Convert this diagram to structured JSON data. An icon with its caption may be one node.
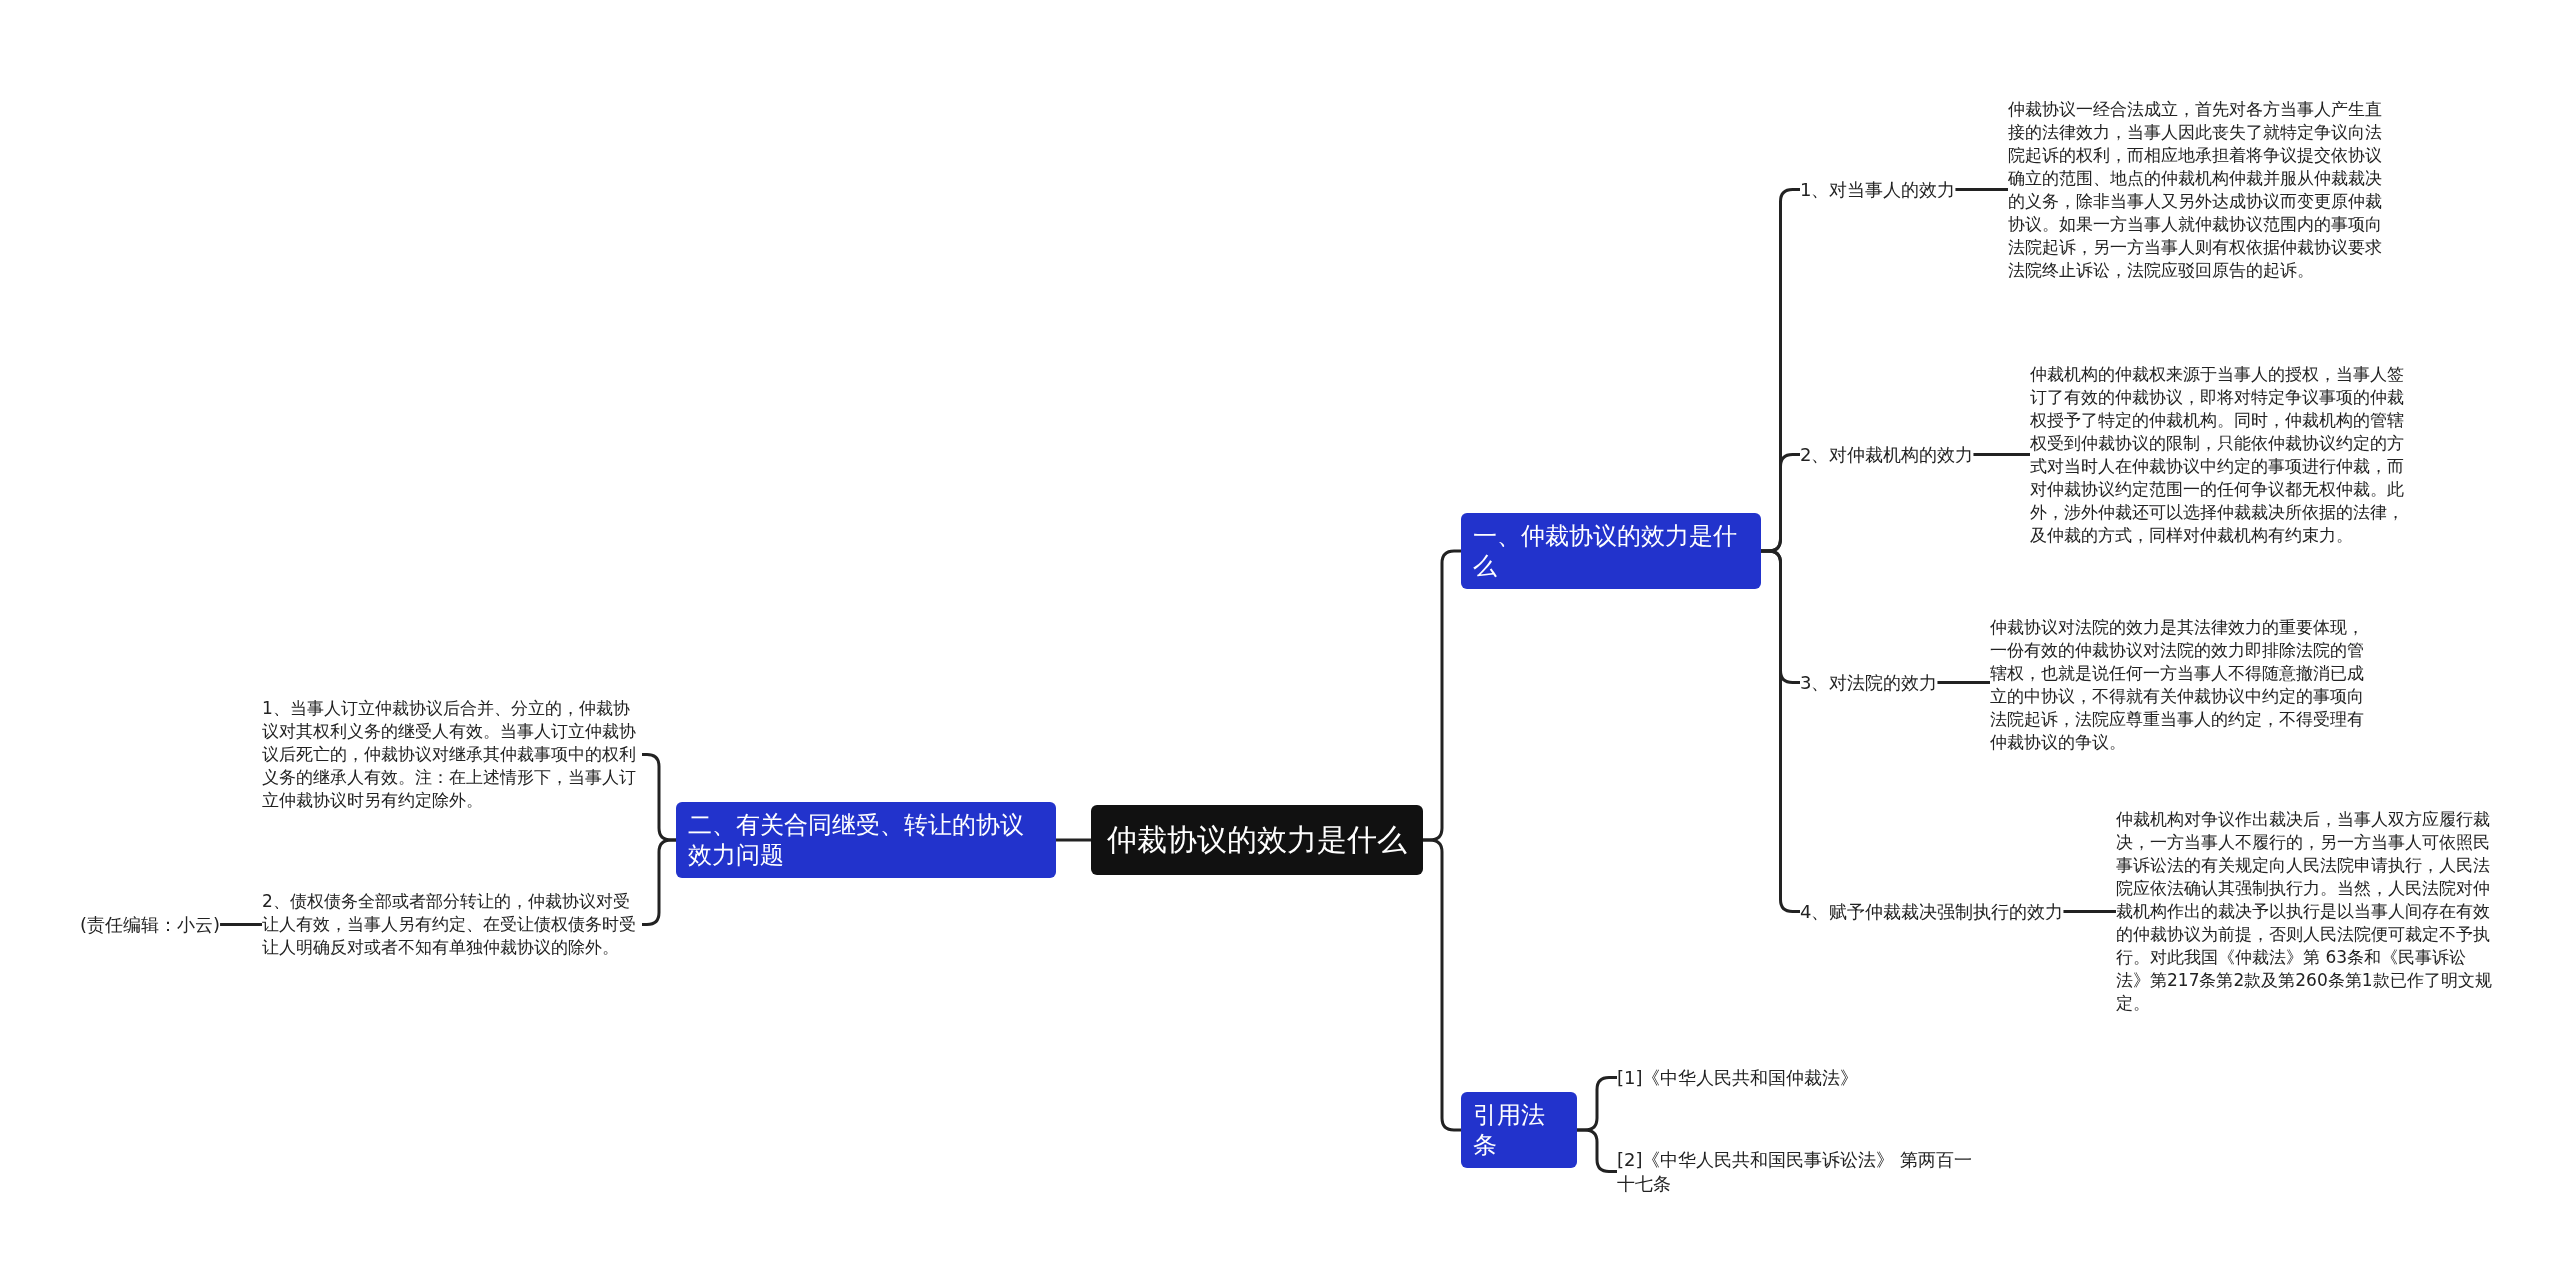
{
  "diagram": {
    "nodes": [
      {
        "text": [
          "仲裁协议的效力是什么"
        ]
      },
      {
        "text": [
          "一、仲裁协议的效力是什么"
        ]
      },
      {
        "text": [
          "1、对当事人的效力"
        ]
      },
      {
        "text": [
          "仲裁协议一经合法成立，首先对各方当事人产生直接的法律效力，当事人因此丧失了就特定争议向法院起诉的权利，而相应地承担着将争议提交依协议确立的范围、地点的仲裁机构仲裁并服从仲裁裁决的义务，除非当事人又另外达成协议而变更原仲裁协议。如果一方当事人就仲裁协议范围内的事项向法院起诉，另一方当事人则有权依据仲裁协议要求法院终止诉讼，法院应驳回原告的起诉。"
        ]
      },
      {
        "text": [
          "2、对仲裁机构的效力"
        ]
      },
      {
        "text": [
          "仲裁机构的仲裁权来源于当事人的授权，当事人签订了有效的仲裁协议，即将对特定争议事项的仲裁权授予了特定的仲裁机构。同时，仲裁机构的管辖权受到仲裁协议的限制，只能依仲裁协议约定的方式对当时人在仲裁协议中约定的事项进行仲裁，而对仲裁协议约定范围一的任何争议都无权仲裁。此外，涉外仲裁还可以选择仲裁裁决所依据的法律，及仲裁的方式，同样对仲裁机构有约束力。"
        ]
      },
      {
        "text": [
          "3、对法院的效力"
        ]
      },
      {
        "text": [
          "仲裁协议对法院的效力是其法律效力的重要体现，一份有效的仲裁协议对法院的效力即排除法院的管辖权，也就是说任何一方当事人不得随意撤消已成立的中协议，不得就有关仲裁协议中约定的事项向法院起诉，法院应尊重当事人的约定，不得受理有仲裁协议的争议。"
        ]
      },
      {
        "text": [
          "4、赋予仲裁裁决强制执行的效力"
        ]
      },
      {
        "text": [
          "仲裁机构对争议作出裁决后，当事人双方应履行裁决，一方当事人不履行的，另一方当事人可依照民事诉讼法的有关规定向人民法院申请执行，人民法院应依法确认其强制执行力。当然，人民法院对仲裁机构作出的裁决予以执行是以当事人间存在有效的仲裁协议为前提，否则人民法院便可裁定不予执行。对此我国《仲裁法》第 63条和《民事诉讼法》第217条第2款及第260条第1款已作了明文规定。"
        ]
      },
      {
        "text": [
          "引用法条"
        ]
      },
      {
        "text": [
          "[1]《中华人民共和国仲裁法》"
        ]
      },
      {
        "text": [
          "[2]《中华人民共和国民事诉讼法》 第两百一十七条"
        ]
      },
      {
        "text": [
          "二、有关合同继受、转让的协议效力问题"
        ]
      },
      {
        "text": [
          "1、当事人订立仲裁协议后合并、分立的，仲裁协议对其权利义务的继受人有效。当事人订立仲裁协议后死亡的，仲裁协议对继承其仲裁事项中的权利义务的继承人有效。注：在上述情形下，当事人订立仲裁协议时另有约定除外。"
        ]
      },
      {
        "text": [
          "2、债权债务全部或者部分转让的，仲裁协议对受让人有效，当事人另有约定、在受让债权债务时受让人明确反对或者不知有单独仲裁协议的除外。"
        ]
      },
      {
        "text": [
          "(责任编辑：小云)"
        ]
      }
    ],
    "edges": [
      {
        "from": 0,
        "to": 1,
        "arrow": "none"
      },
      {
        "from": 0,
        "to": 10,
        "arrow": "none"
      },
      {
        "from": 0,
        "to": 13,
        "arrow": "none"
      },
      {
        "from": 1,
        "to": 2,
        "arrow": "none"
      },
      {
        "from": 1,
        "to": 4,
        "arrow": "none"
      },
      {
        "from": 1,
        "to": 6,
        "arrow": "none"
      },
      {
        "from": 1,
        "to": 8,
        "arrow": "none"
      },
      {
        "from": 2,
        "to": 3,
        "arrow": "none"
      },
      {
        "from": 4,
        "to": 5,
        "arrow": "none"
      },
      {
        "from": 6,
        "to": 7,
        "arrow": "none"
      },
      {
        "from": 8,
        "to": 9,
        "arrow": "none"
      },
      {
        "from": 10,
        "to": 11,
        "arrow": "none"
      },
      {
        "from": 10,
        "to": 12,
        "arrow": "none"
      },
      {
        "from": 13,
        "to": 14,
        "arrow": "none"
      },
      {
        "from": 13,
        "to": 15,
        "arrow": "none"
      },
      {
        "from": 15,
        "to": 16,
        "arrow": "none"
      }
    ]
  }
}
